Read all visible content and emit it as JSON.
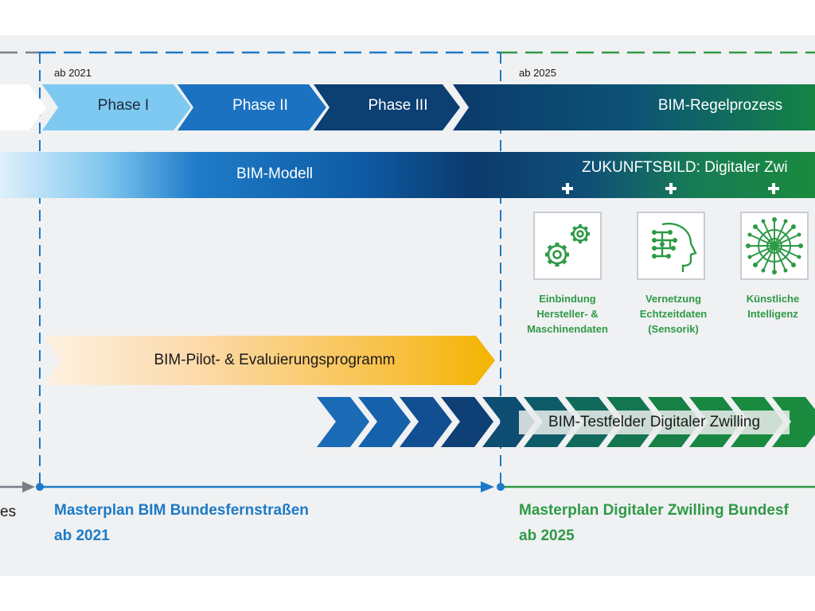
{
  "timeline": {
    "year_2021": "ab 2021",
    "year_2025": "ab 2025"
  },
  "phases": [
    {
      "label": "Phase I"
    },
    {
      "label": "Phase II"
    },
    {
      "label": "Phase III"
    },
    {
      "label": "BIM-Regelprozess"
    }
  ],
  "model_bar": {
    "label": "BIM-Modell",
    "future_label": "ZUKUNFTSBILD: Digitaler Zwi"
  },
  "features": [
    {
      "icon": "gears-icon",
      "lines": [
        "Einbindung",
        "Hersteller- &",
        "Maschinendaten"
      ]
    },
    {
      "icon": "head-circuit-icon",
      "lines": [
        "Vernetzung",
        "Echtzeitdaten",
        "(Sensorik)"
      ]
    },
    {
      "icon": "neural-network-icon",
      "lines": [
        "Künstliche",
        "Intelligenz"
      ]
    }
  ],
  "pilot_program": {
    "label": "BIM-Pilot- & Evaluierungsprogramm"
  },
  "testfelder": {
    "label": "BIM-Testfelder Digitaler Zwilling"
  },
  "bottom": {
    "left_fragment": "es",
    "masterplan_bim": {
      "line1": "Masterplan BIM Bundesfernstraßen",
      "line2": "ab 2021"
    },
    "masterplan_dz": {
      "line1": "Masterplan Digitaler Zwilling Bundesf",
      "line2": "ab 2025"
    }
  },
  "colors": {
    "light_blue": "#6ec3ef",
    "mid_blue": "#1b72c0",
    "dark_navy": "#0d3f73",
    "green": "#1f8b3f",
    "text_green": "#2e9a46",
    "text_blue": "#1d7ac6",
    "orange": "#f6b400"
  }
}
